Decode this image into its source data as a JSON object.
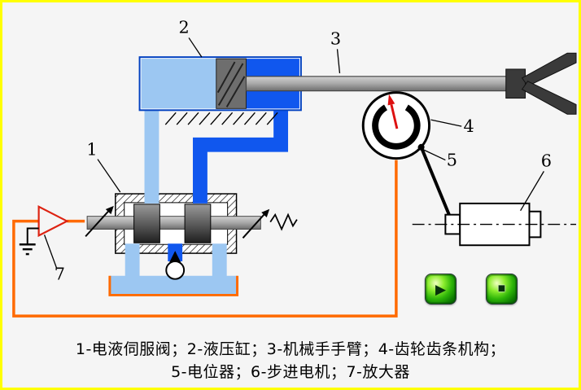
{
  "window": {
    "border_color": "#ffff00",
    "background": "#f5f5f5"
  },
  "labels": {
    "n1": "1",
    "n2": "2",
    "n3": "3",
    "n4": "4",
    "n5": "5",
    "n6": "6",
    "n7": "7"
  },
  "caption": {
    "line1": "1-电液伺服阀；2-液压缸；3-机械手手臂；4-齿轮齿条机构；",
    "line2": "5-电位器；6-步进电机；7-放大器"
  },
  "controls": {
    "play_icon": "▶",
    "stop_icon": "■"
  },
  "colors": {
    "fluid_light": "#9cc7f2",
    "fluid_dark": "#1057ee",
    "wire": "#ff6a00",
    "needle": "#dd1111",
    "amp_outline": "#dd2211",
    "cylinder_outline": "#0040c0",
    "button_green": "#2db408"
  }
}
